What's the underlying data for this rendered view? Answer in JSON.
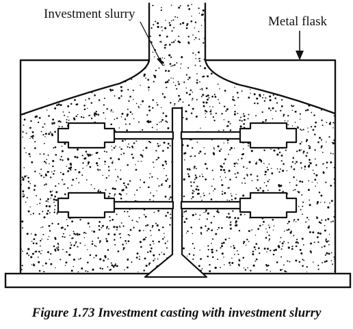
{
  "labels": {
    "slurry": "Investment slurry",
    "flask": "Metal flask"
  },
  "caption": "Figure 1.73 Investment casting with investment slurry",
  "colors": {
    "ink": "#111111",
    "paper": "#ffffff"
  }
}
